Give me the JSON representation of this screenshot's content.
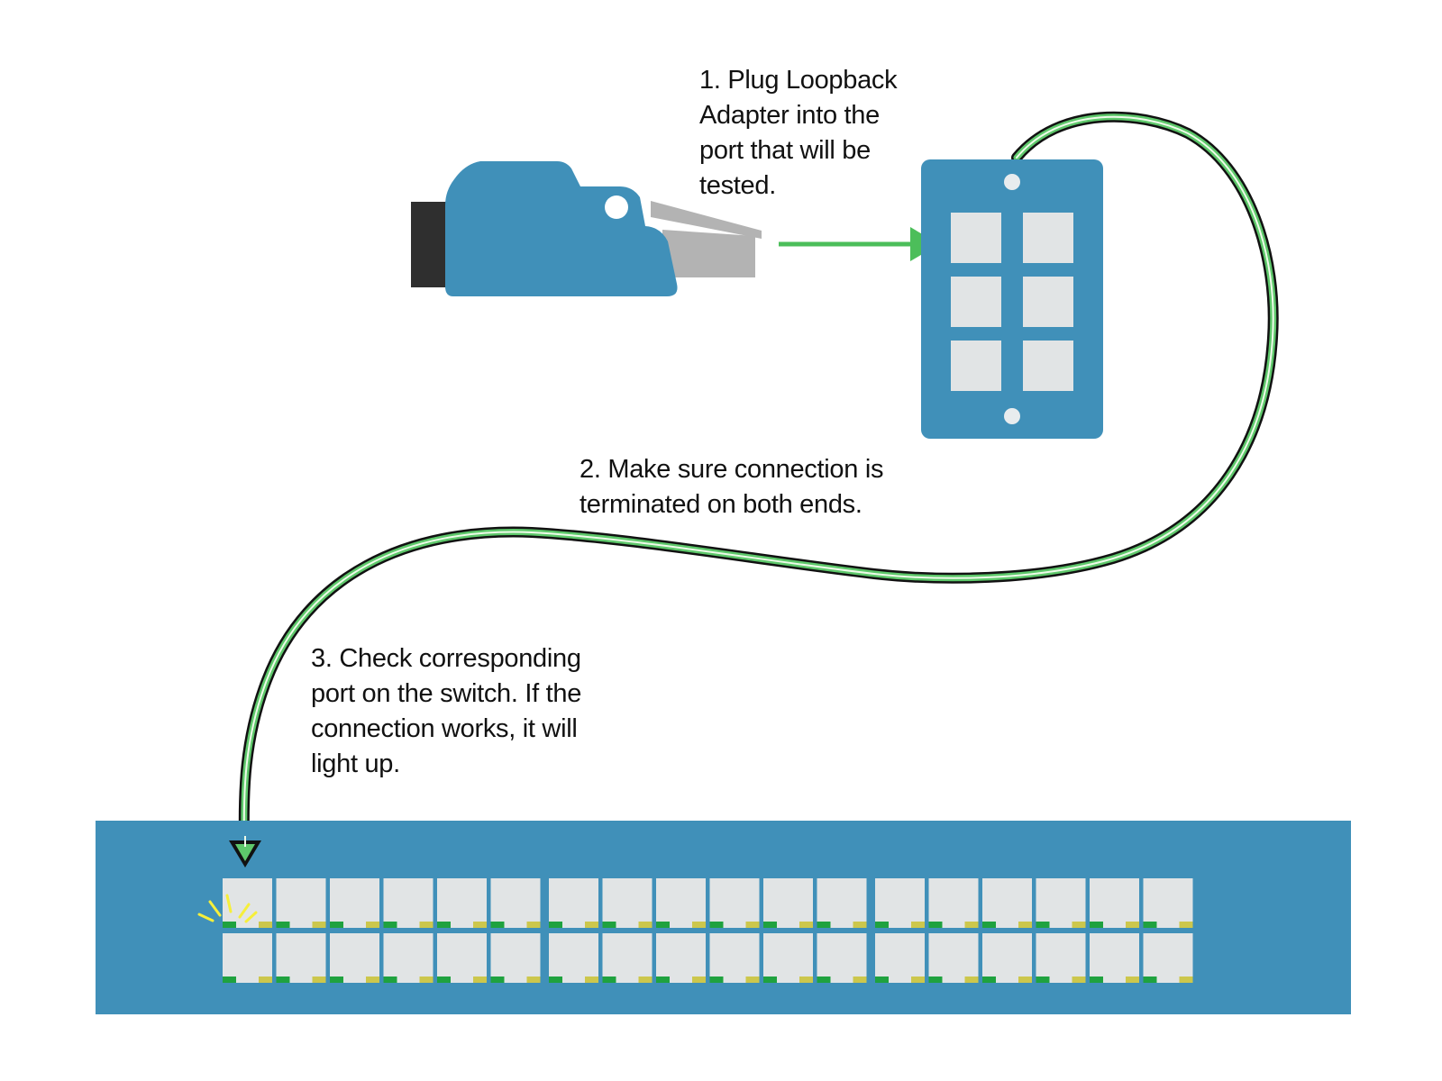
{
  "steps": {
    "step1": [
      "1. Plug Loopback",
      "Adapter into the",
      "port that will be",
      "tested."
    ],
    "step2": [
      "2. Make sure connection is",
      "terminated on both ends."
    ],
    "step3": [
      "3. Check corresponding",
      "port on the switch. If the",
      "connection works, it will",
      "light up."
    ]
  },
  "colors": {
    "device_blue": "#4090b9",
    "port_gray": "#e1e4e5",
    "arrow_green": "#4cbe5a",
    "cable_green": "#5ec86b",
    "led_green": "#1fa23f",
    "led_yellow": "#ccc74c",
    "glow_yellow": "#f6ef3a",
    "connector_dark": "#2f2f2f",
    "plug_gray": "#b3b3b3"
  },
  "icons": {
    "loopback_adapter": "loopback-adapter-icon",
    "wall_plate": "wall-plate-icon",
    "switch": "network-switch-icon"
  },
  "wall_plate": {
    "port_rows": 3,
    "port_columns": 2
  },
  "switch": {
    "port_rows": 2,
    "ports_per_row": 18,
    "port_groups": 3,
    "lit_port": 1
  }
}
